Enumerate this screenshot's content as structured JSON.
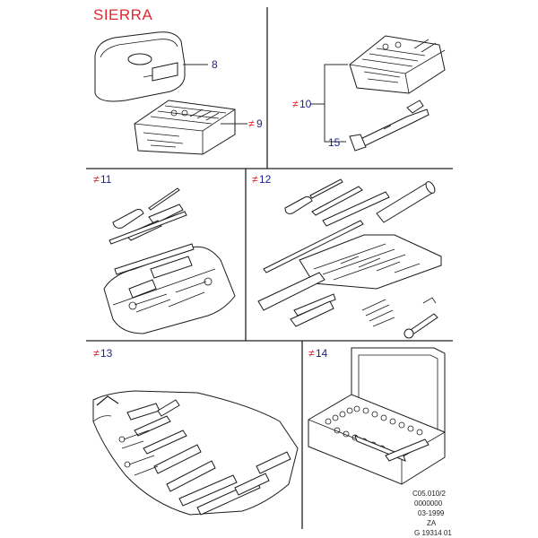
{
  "title": "SIERRA",
  "callouts": {
    "item_8": "8",
    "item_9": "9",
    "item_10": "10",
    "item_11": "11",
    "item_12": "12",
    "item_13": "13",
    "item_14": "14",
    "item_15": "15"
  },
  "change_mark": "≠",
  "stamp": {
    "line1": "C05.010/2",
    "line2": "0000000",
    "line3": "03-1999",
    "line4": "ZA",
    "line5": "G 19314 01"
  }
}
